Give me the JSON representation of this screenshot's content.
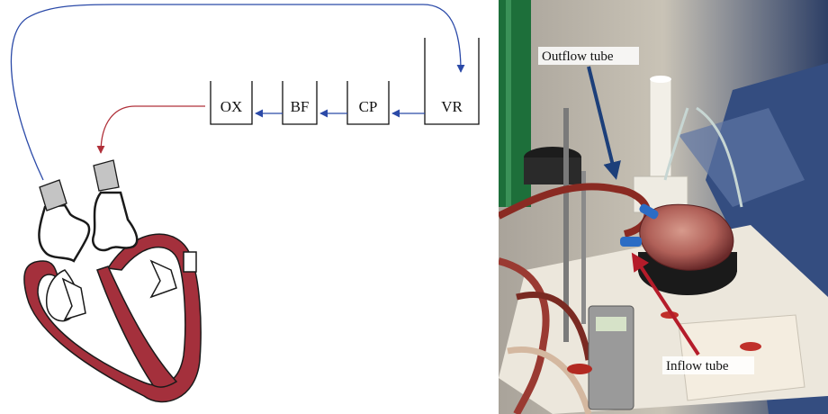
{
  "diagram": {
    "components": [
      {
        "id": "vr",
        "label": "VR"
      },
      {
        "id": "cp",
        "label": "CP"
      },
      {
        "id": "bf",
        "label": "BF"
      },
      {
        "id": "ox",
        "label": "OX"
      }
    ],
    "colors": {
      "venous_line": "#2b4aa8",
      "arterial_line": "#b0303a",
      "myocardium": "#a4303c",
      "cannula": "#c4c4c4"
    }
  },
  "photo": {
    "outflow_label": "Outflow tube",
    "inflow_label": "Inflow tube",
    "outflow_arrow_color": "#1c3f7a",
    "inflow_arrow_color": "#b51c2a"
  }
}
